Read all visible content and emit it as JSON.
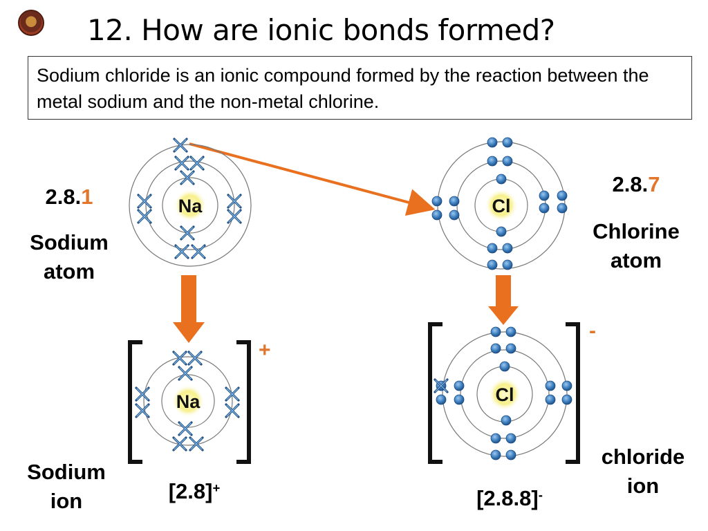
{
  "slide": {
    "title": "12. How are ionic bonds formed?",
    "intro": "Sodium chloride is an ionic compound formed by the reaction between the metal sodium and the non-metal chlorine."
  },
  "sodium_atom": {
    "symbol": "Na",
    "config_prefix": "2.8.",
    "config_last": "1",
    "label_line1": "Sodium",
    "label_line2": "atom"
  },
  "chlorine_atom": {
    "symbol": "Cl",
    "config_prefix": "2.8.",
    "config_last": "7",
    "label_line1": "Chlorine",
    "label_line2": "atom"
  },
  "sodium_ion": {
    "symbol": "Na",
    "charge": "+",
    "config": "[2.8]",
    "config_sup": "+",
    "label_line1": "Sodium",
    "label_line2": "ion"
  },
  "chloride_ion": {
    "symbol": "Cl",
    "charge": "-",
    "config": "[2.8.8]",
    "config_sup": "-",
    "label_line1": "chloride",
    "label_line2": "ion"
  },
  "colors": {
    "arrow": "#e8701f",
    "orange_text": "#e2762c",
    "electron": "#3d7fbf",
    "nucleus_glow": "#f7f08a",
    "bracket": "#111111"
  },
  "icons": {
    "sodium_electron": "cross-electron-icon",
    "chlorine_electron": "dot-electron-icon",
    "logo": "school-crest-icon"
  }
}
